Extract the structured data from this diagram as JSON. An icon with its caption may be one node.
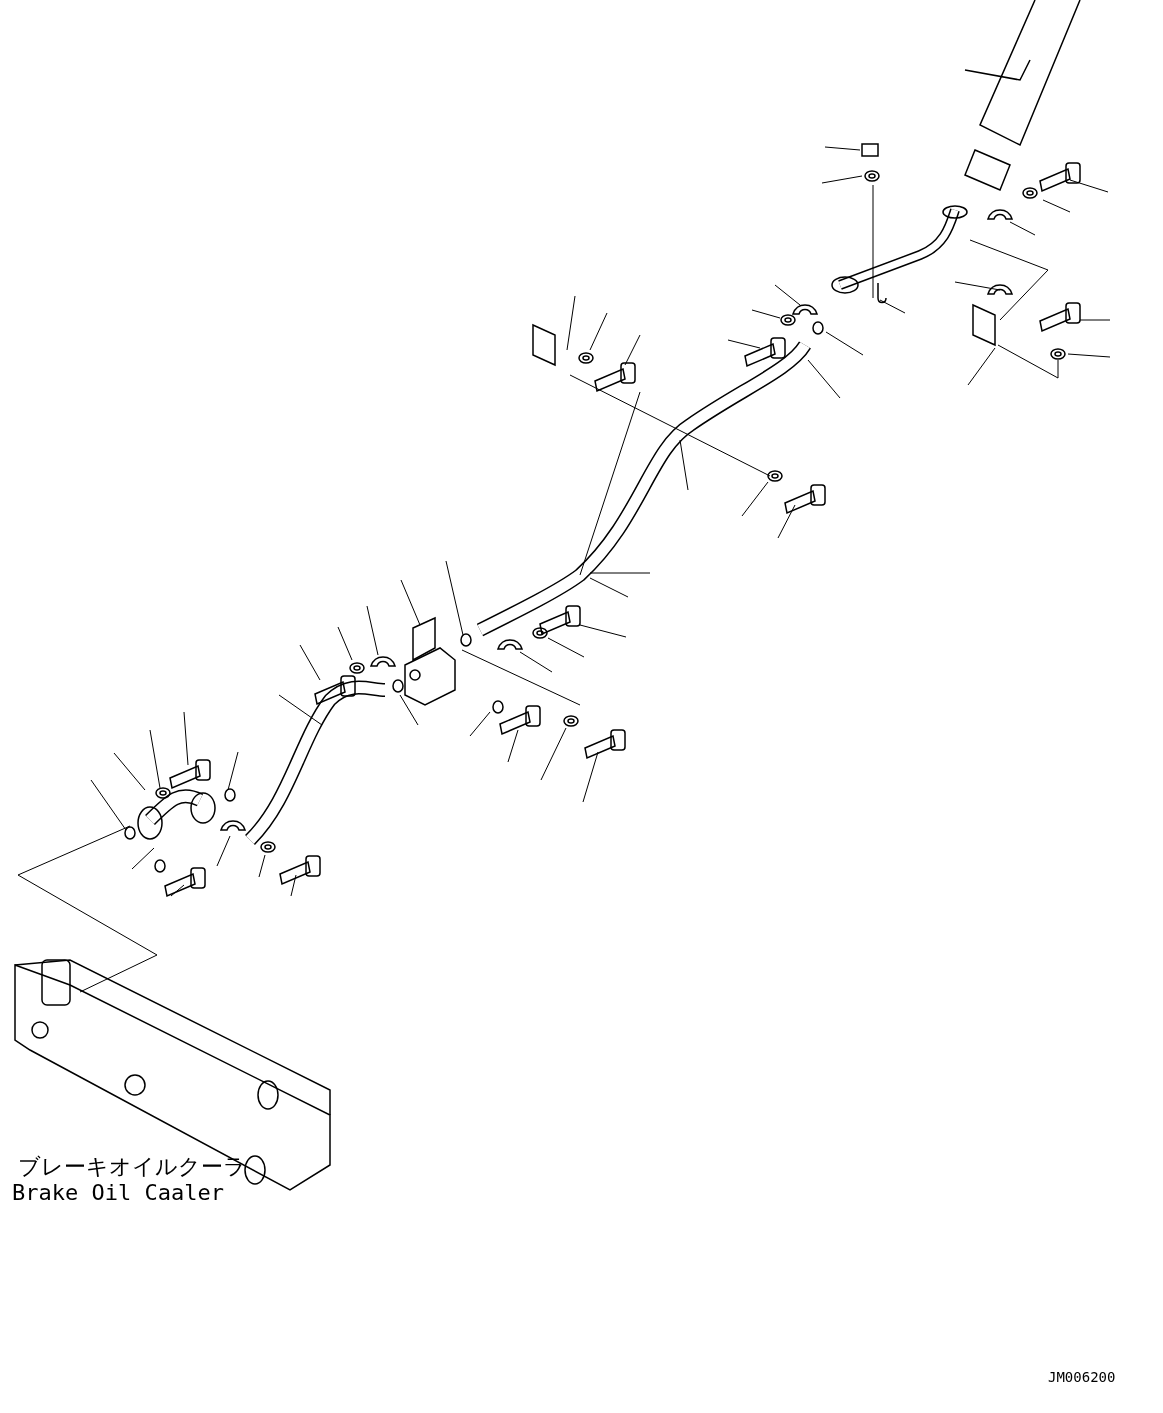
{
  "diagram": {
    "labels": [
      "ブレーキオイルクーラ",
      "Brake Oil Caaler",
      "JM006200"
    ]
  }
}
